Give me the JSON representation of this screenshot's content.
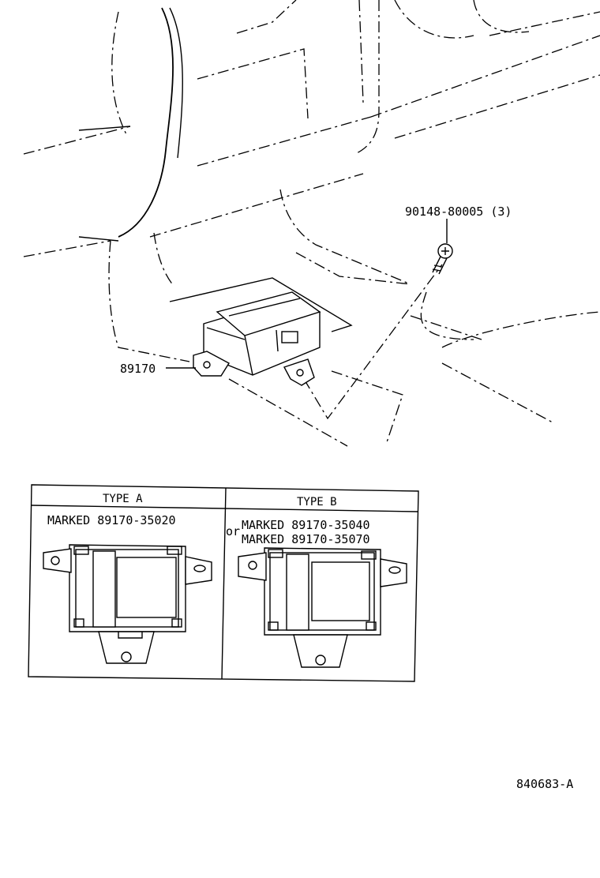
{
  "callouts": {
    "bolt": "90148-80005 (3)",
    "sensor": "89170",
    "drawing_id": "840683-A"
  },
  "inset": {
    "type_a": {
      "header": "TYPE  A",
      "marks": [
        "MARKED  89170-35020"
      ]
    },
    "type_b": {
      "header": "TYPE  B",
      "or_word": "or",
      "marks": [
        "MARKED  89170-35040",
        "MARKED  89170-35070"
      ]
    }
  },
  "colors": {
    "ink": "#000000",
    "paper": "#ffffff"
  }
}
